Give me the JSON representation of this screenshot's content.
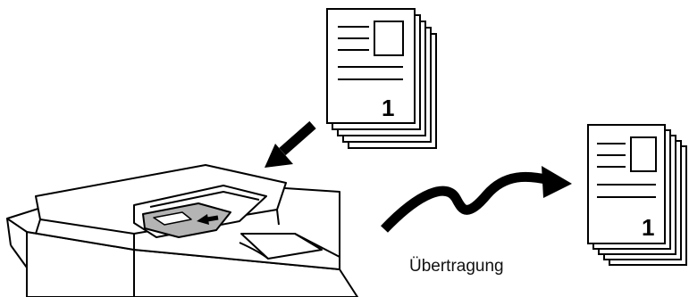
{
  "diagram": {
    "transmission_label": "Übertragung",
    "source_document": {
      "page_number": "1"
    },
    "received_document": {
      "page_number": "1"
    },
    "colors": {
      "stroke": "#000000",
      "paper": "#ffffff",
      "original_gray": "#b4b4b4",
      "machine": "#ffffff"
    }
  }
}
